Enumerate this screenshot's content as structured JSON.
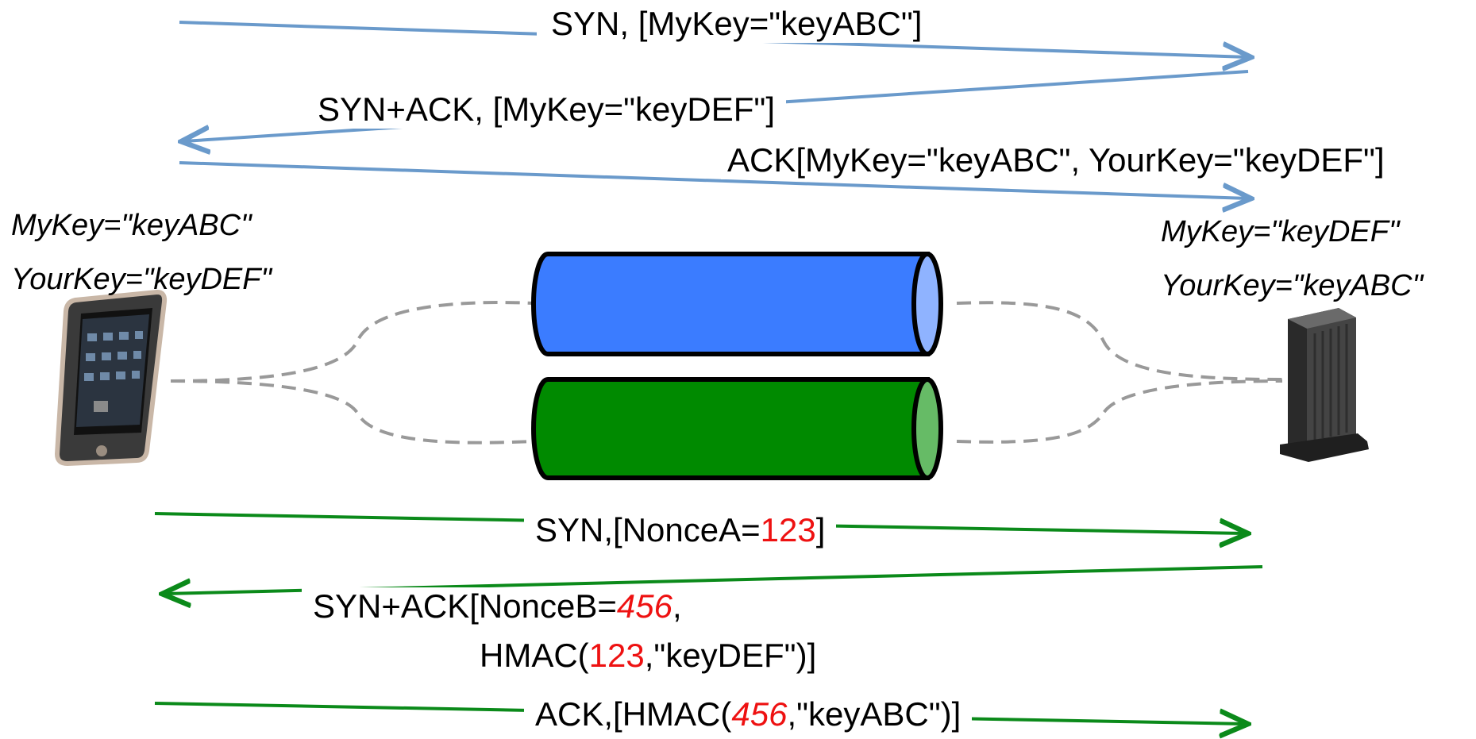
{
  "colors": {
    "blue_arrow": "#6a9acb",
    "green_arrow": "#0b8a1a",
    "tunnel_blue": "#3b7cff",
    "tunnel_blue_cap": "#8fb3ff",
    "tunnel_green": "#008a00",
    "tunnel_green_cap": "#66bb66",
    "dashed_link": "#999999",
    "nonce_highlight": "#ee1111"
  },
  "icons": {
    "client": "smartphone-icon",
    "server": "tower-server-icon"
  },
  "handshake_plain": {
    "syn": "SYN, [MyKey=\"keyABC\"]",
    "syn_ack": "SYN+ACK, [MyKey=\"keyDEF\"]",
    "ack": "ACK[MyKey=\"keyABC\", YourKey=\"keyDEF\"]"
  },
  "client_keys": {
    "mykey": "MyKey=\"keyABC\"",
    "yourkey": "YourKey=\"keyDEF\""
  },
  "server_keys": {
    "mykey": "MyKey=\"keyDEF\"",
    "yourkey": "YourKey=\"keyABC\""
  },
  "handshake_secure": {
    "syn": {
      "prefix": "SYN,[NonceA=",
      "nonce": "123",
      "suffix": "]"
    },
    "syn_ack": {
      "line1_prefix": "SYN+ACK[NonceB=",
      "line1_nonce": "456",
      "line1_suffix": ",",
      "line2_prefix": "HMAC(",
      "line2_nonce": "123",
      "line2_suffix": ",\"keyDEF\")]"
    },
    "ack": {
      "prefix": "ACK,[HMAC(",
      "nonce": "456",
      "suffix": ",\"keyABC\")]"
    }
  }
}
